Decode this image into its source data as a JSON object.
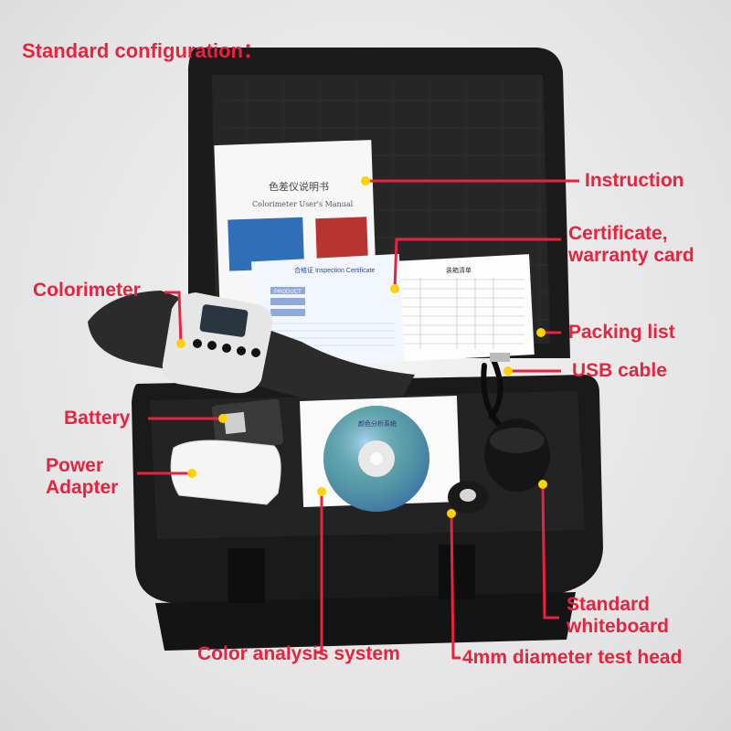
{
  "title": "Standard configuration：",
  "labels": {
    "instruction": "Instruction",
    "certificate": "Certificate, warranty card",
    "colorimeter": "Colorimeter",
    "packing_list": "Packing list",
    "usb_cable": "USB cable",
    "battery": "Battery",
    "power_adapter": "Power Adapter",
    "standard_whiteboard": "Standard whiteboard",
    "color_analysis_system": "Color analysis system",
    "test_head": "4mm diameter test head"
  },
  "photo_text": {
    "manual_title_cn": "色差仪说明书",
    "manual_title_en": "Colorimeter User's Manual",
    "certificate_title": "合格证 Inspection Certificate",
    "certificate_product": "PRODUCT",
    "packing_title": "装箱清单",
    "cd_text": "颜色分析系统"
  },
  "colors": {
    "label": "#e8233f",
    "marker": "#ffd200",
    "case": "#1e1e1e"
  }
}
